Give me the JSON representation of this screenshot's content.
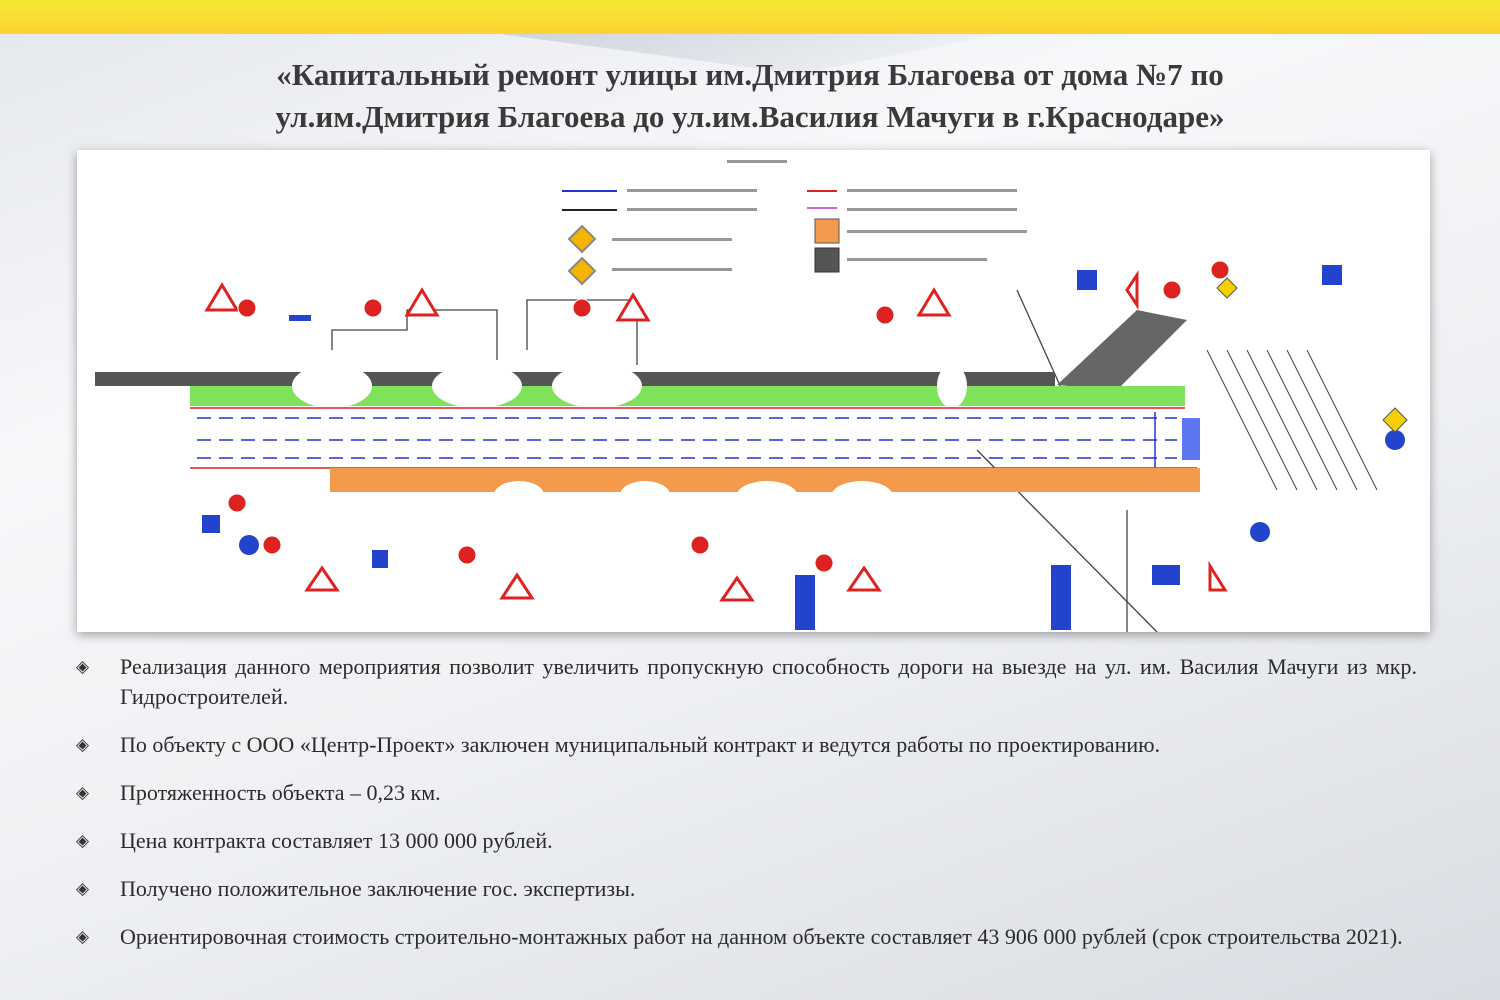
{
  "slide": {
    "title_line1": "«Капитальный ремонт улицы им.Дмитрия Благоева от дома №7 по",
    "title_line2": "ул.им.Дмитрия Благоева до ул.им.Василия Мачуги в г.Краснодаре»",
    "bullet_icon": "diamond-bullet-icon",
    "bullets": [
      "Реализация данного мероприятия позволит увеличить пропускную способность дороги на выезде на ул. им. Василия Мачуги из мкр. Гидростроителей.",
      "По объекту с ООО «Центр-Проект» заключен муниципальный контракт и ведутся работы по проектированию.",
      "Протяженность объекта – 0,23 км.",
      "Цена контракта составляет 13 000 000 рублей.",
      "Получено положительное заключение гос. экспертизы.",
      "Ориентировочная стоимость строительно-монтажных работ на данном объекте составляет 43 906 000 рублей (срок строительства 2021)."
    ]
  },
  "colors": {
    "accent_yellow": "#fbd335",
    "sidewalk_new": "#f39a4c",
    "lawn": "#7ee25a",
    "marking_blue": "#2233cc",
    "curb_red": "#d22",
    "existing_dark": "#555555"
  }
}
